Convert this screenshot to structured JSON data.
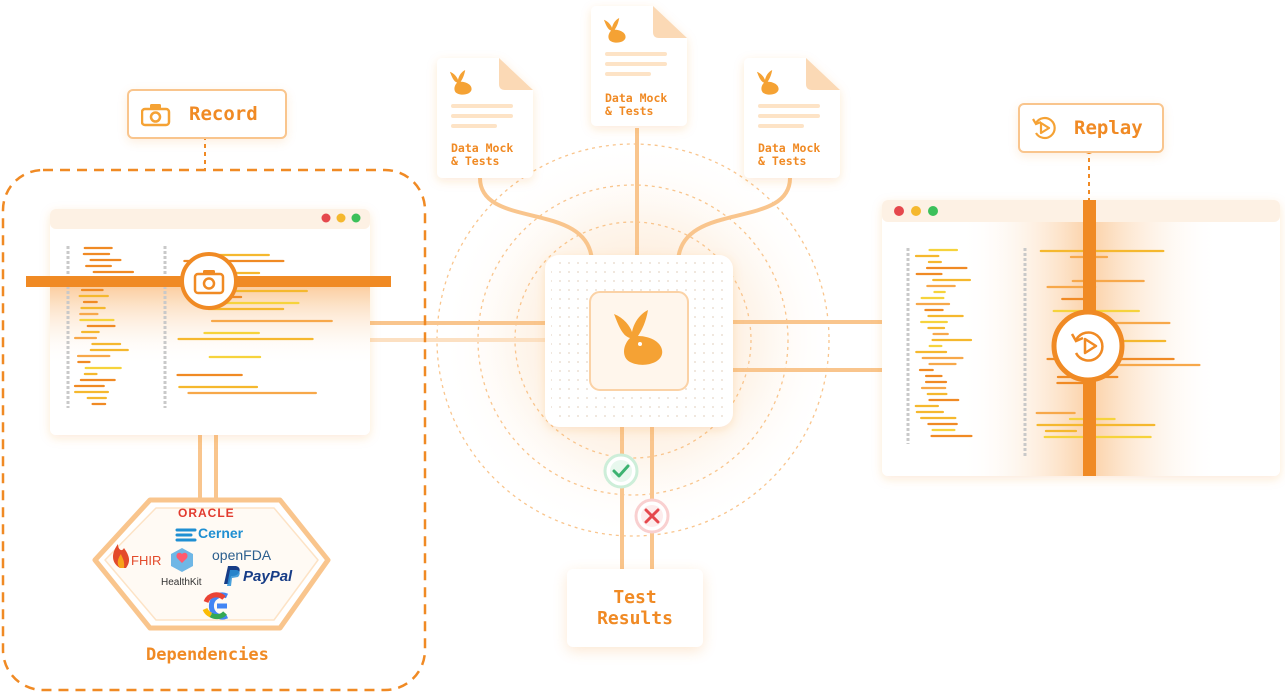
{
  "record": {
    "label": "Record",
    "icon": "camera-icon"
  },
  "replay": {
    "label": "Replay",
    "icon": "replay-icon"
  },
  "documents": [
    {
      "line1": "Data Mock",
      "line2": "& Tests"
    },
    {
      "line1": "Data Mock",
      "line2": "& Tests"
    },
    {
      "line1": "Data Mock",
      "line2": "& Tests"
    }
  ],
  "dependencies": {
    "label": "Dependencies",
    "logos": {
      "oracle": "ORACLE",
      "cerner": "Cerner",
      "fhir": "FHIR",
      "healthkit": "HealthKit",
      "openfda": "openFDA",
      "paypal": "PayPal",
      "google": "G"
    }
  },
  "results": {
    "line1": "Test",
    "line2": "Results"
  },
  "colors": {
    "accent": "#f08a24",
    "accent_light": "#f9c58d",
    "pass": "#3cb371",
    "fail": "#e5484d"
  }
}
